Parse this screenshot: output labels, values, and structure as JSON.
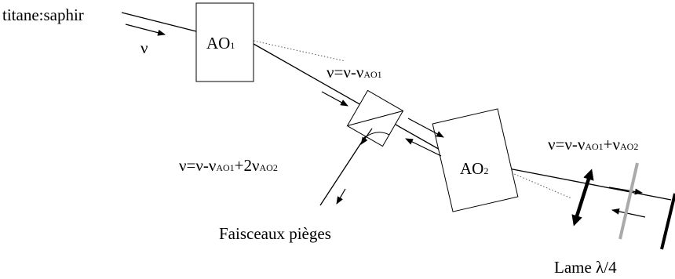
{
  "labels": {
    "source": "titane:saphir",
    "input_frequency": "ν",
    "aom1": {
      "main": "AO",
      "sub": "1"
    },
    "aom2": {
      "main": "AO",
      "sub": "2"
    },
    "freq_after_ao1": {
      "a": "ν=ν-ν",
      "a_sub": "AO1"
    },
    "freq_after_ao2": {
      "a": "ν=ν-ν",
      "a_sub": "AO1",
      "b": "+ν",
      "b_sub": "AO2"
    },
    "freq_return": {
      "a": "ν=ν-ν",
      "a_sub": "AO1",
      "b": "+2ν",
      "b_sub": "AO2"
    },
    "trap_beams": "Faisceaux pièges",
    "waveplate": "Lame λ/4"
  },
  "colors": {
    "line": "#000000",
    "waveplate": "#aaaaaa",
    "dotted": "#555555"
  }
}
